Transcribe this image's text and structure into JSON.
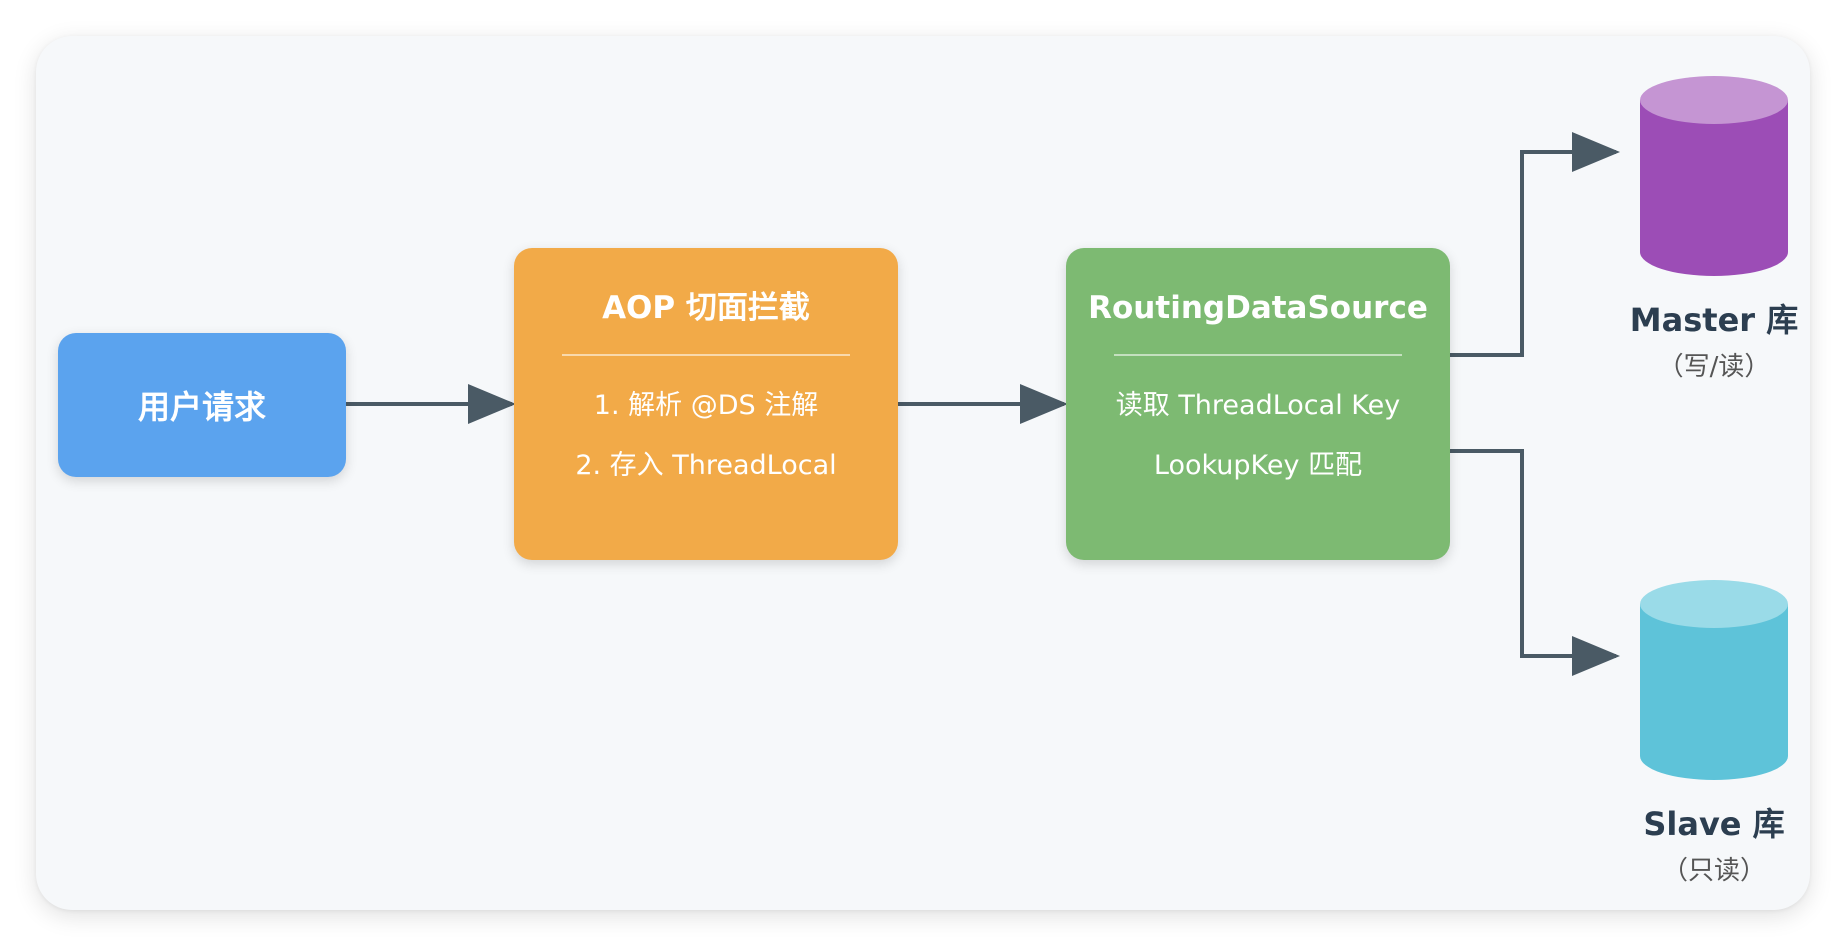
{
  "colors": {
    "request": "#5ba3ee",
    "aop": "#f2aa48",
    "routing": "#7dba72",
    "master_body": "#9c4db6",
    "master_top": "#c595d3",
    "slave_body": "#5ec3d9",
    "slave_top": "#9adbe8",
    "arrow": "#4a5a65"
  },
  "nodes": {
    "request": {
      "title": "用户请求"
    },
    "aop": {
      "title": "AOP 切面拦截",
      "lines": [
        "1. 解析 @DS 注解",
        "2. 存入 ThreadLocal"
      ]
    },
    "routing": {
      "title": "RoutingDataSource",
      "lines": [
        "读取 ThreadLocal Key",
        "LookupKey 匹配"
      ]
    }
  },
  "databases": {
    "master": {
      "name": "Master 库",
      "role": "（写/读）",
      "icon": "database-cylinder-icon"
    },
    "slave": {
      "name": "Slave 库",
      "role": "（只读）",
      "icon": "database-cylinder-icon"
    }
  }
}
